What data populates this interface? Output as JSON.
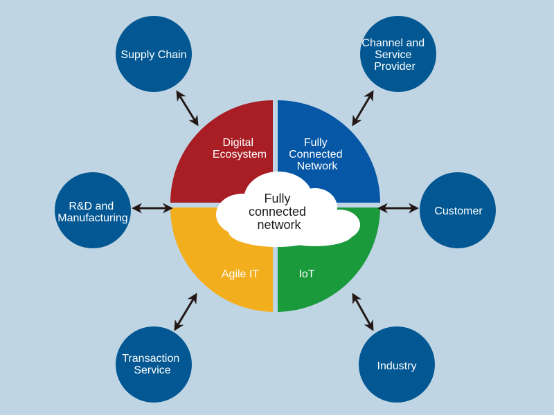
{
  "colors": {
    "background": "#c0d5e4",
    "node": "#035893",
    "quadrant_digital_ecosystem": "#a81e24",
    "quadrant_fully_connected_network": "#0657a6",
    "quadrant_agile_it": "#f3ae1d",
    "quadrant_iot": "#1b9a3c",
    "arrow": "#231815",
    "cloud": "#ffffff"
  },
  "center": {
    "cloud_label": [
      "Fully",
      "connected",
      "network"
    ],
    "quadrants": [
      {
        "id": "digital-ecosystem",
        "label": [
          "Digital",
          "Ecosystem"
        ]
      },
      {
        "id": "fully-connected-network",
        "label": [
          "Fully",
          "Connected",
          "Network"
        ]
      },
      {
        "id": "agile-it",
        "label": [
          "Agile IT"
        ]
      },
      {
        "id": "iot",
        "label": [
          "IoT"
        ]
      }
    ]
  },
  "nodes": [
    {
      "id": "supply-chain",
      "label": [
        "Supply Chain"
      ]
    },
    {
      "id": "channel-and-service-provider",
      "label": [
        "Channel and",
        "Service",
        "Provider"
      ]
    },
    {
      "id": "rd-and-manufacturing",
      "label": [
        "R&D and",
        "Manufacturing"
      ]
    },
    {
      "id": "customer",
      "label": [
        "Customer"
      ]
    },
    {
      "id": "transaction-service",
      "label": [
        "Transaction",
        "Service"
      ]
    },
    {
      "id": "industry",
      "label": [
        "Industry"
      ]
    }
  ]
}
